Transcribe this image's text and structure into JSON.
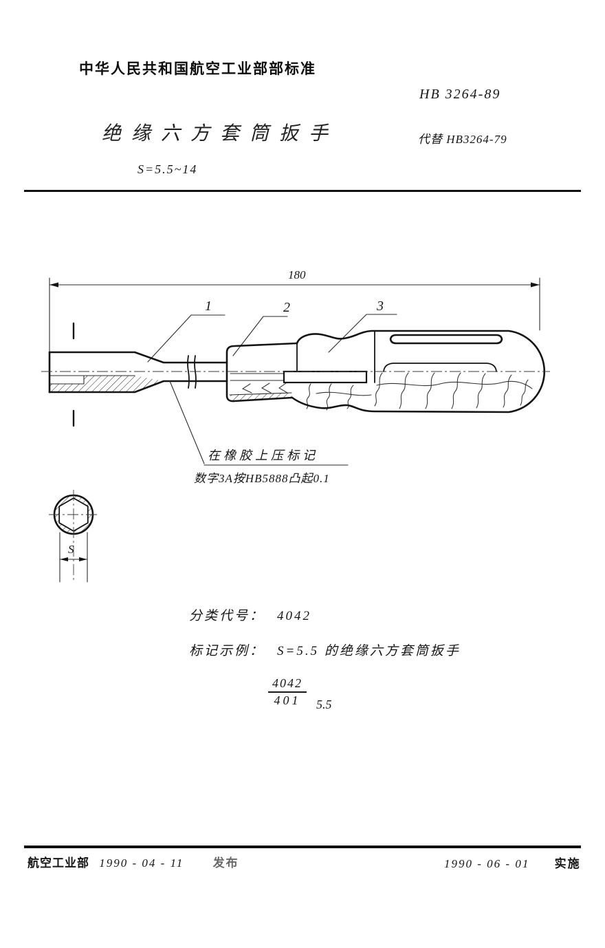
{
  "header": {
    "org": "中华人民共和国航空工业部部标准",
    "code": "HB 3264-89",
    "title": "绝缘六方套筒扳手",
    "replaces": "代替 HB3264-79",
    "range": "S=5.5~14"
  },
  "drawing": {
    "overall_length": "180",
    "labels": [
      "1",
      "2",
      "3"
    ],
    "note_line1": "在橡胶上压标记",
    "note_line2": "数字3A按HB5888凸起0.1",
    "section_dim": "S"
  },
  "body": {
    "class_label": "分类代号：",
    "class_code": "4042",
    "example_label": "标记示例：",
    "example_value": "S=5.5 的绝缘六方套筒扳手",
    "fraction_numerator": "4042",
    "fraction_denominator": "401",
    "fraction_size": "5.5"
  },
  "footer": {
    "issuer": "航空工业部",
    "issue_date": "1990 - 04 - 11",
    "issue_label": "发布",
    "impl_date": "1990 - 06 - 01",
    "impl_label": "实施"
  }
}
